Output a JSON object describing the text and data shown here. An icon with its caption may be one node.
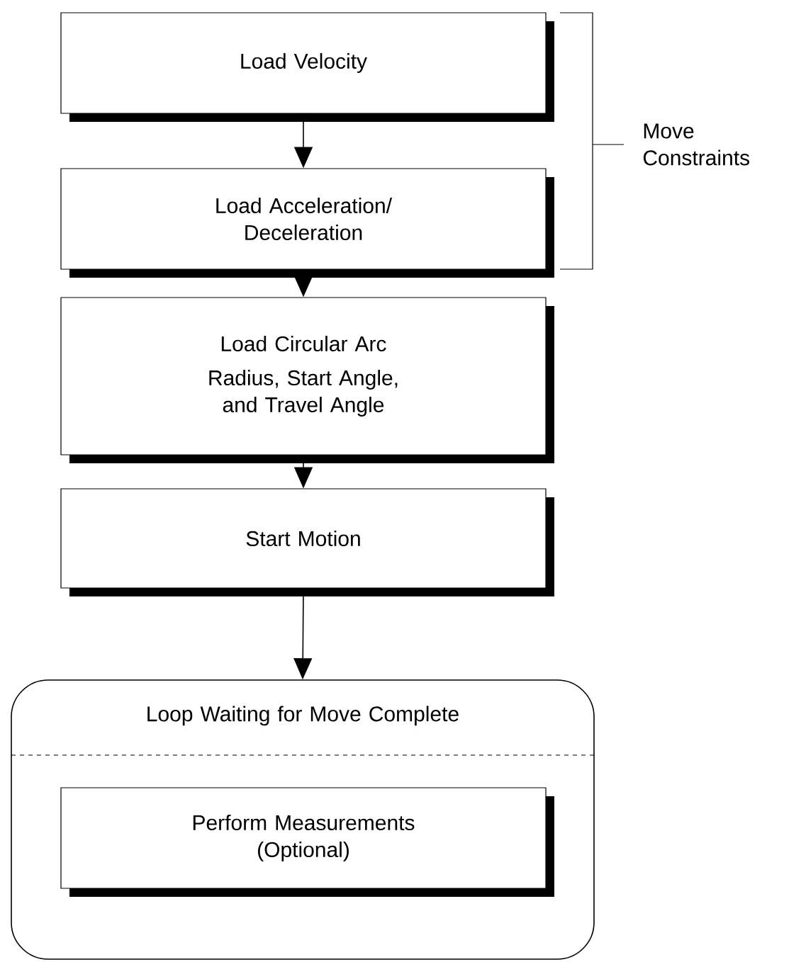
{
  "diagram": {
    "nodes": [
      {
        "text": [
          "Load Velocity"
        ]
      },
      {
        "text": [
          "Load Acceleration/ Deceleration"
        ]
      },
      {
        "text": [
          "Load Circular Arc",
          "Radius, Start Angle, and Travel Angle"
        ]
      },
      {
        "text": [
          "Start Motion"
        ]
      },
      {
        "text": [
          "Loop Waiting for Move Complete"
        ]
      },
      {
        "text": [
          "Perform Measurements (Optional)"
        ],
        "in": 4
      }
    ],
    "edges": [
      {
        "from": 0,
        "to": 1,
        "arrow": "to"
      },
      {
        "from": 1,
        "to": 2,
        "arrow": "to"
      },
      {
        "from": 2,
        "to": 3,
        "arrow": "to"
      },
      {
        "from": 3,
        "to": 4,
        "arrow": "to"
      }
    ],
    "labels": [
      "Move Constraints"
    ]
  }
}
